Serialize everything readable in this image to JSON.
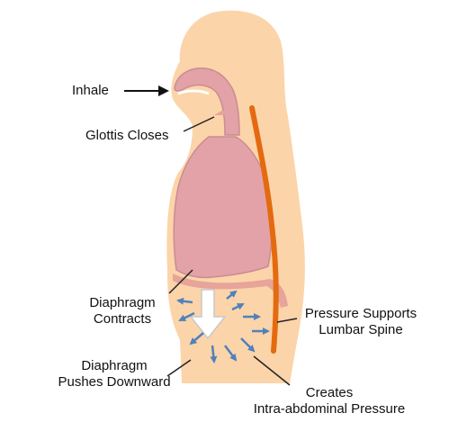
{
  "labels": {
    "inhale": "Inhale",
    "glottis": "Glottis Closes",
    "diaphragm_contracts_1": "Diaphragm",
    "diaphragm_contracts_2": "Contracts",
    "diaphragm_pushes_1": "Diaphragm",
    "diaphragm_pushes_2": "Pushes Downward",
    "pressure_supports_1": "Pressure Supports",
    "pressure_supports_2": "Lumbar Spine",
    "creates_1": "Creates",
    "creates_2": "Intra-abdominal Pressure"
  },
  "colors": {
    "skin": "#fcd4a9",
    "lung": "#e3a2a7",
    "lung_outline": "#c98c93",
    "spine": "#e46a10",
    "diaphragm": "#e6a49a",
    "pressure_arrow": "#4f81bd",
    "push_arrow_fill": "#ffffff",
    "push_arrow_stroke": "#c8c8c8",
    "leader": "#222222"
  }
}
